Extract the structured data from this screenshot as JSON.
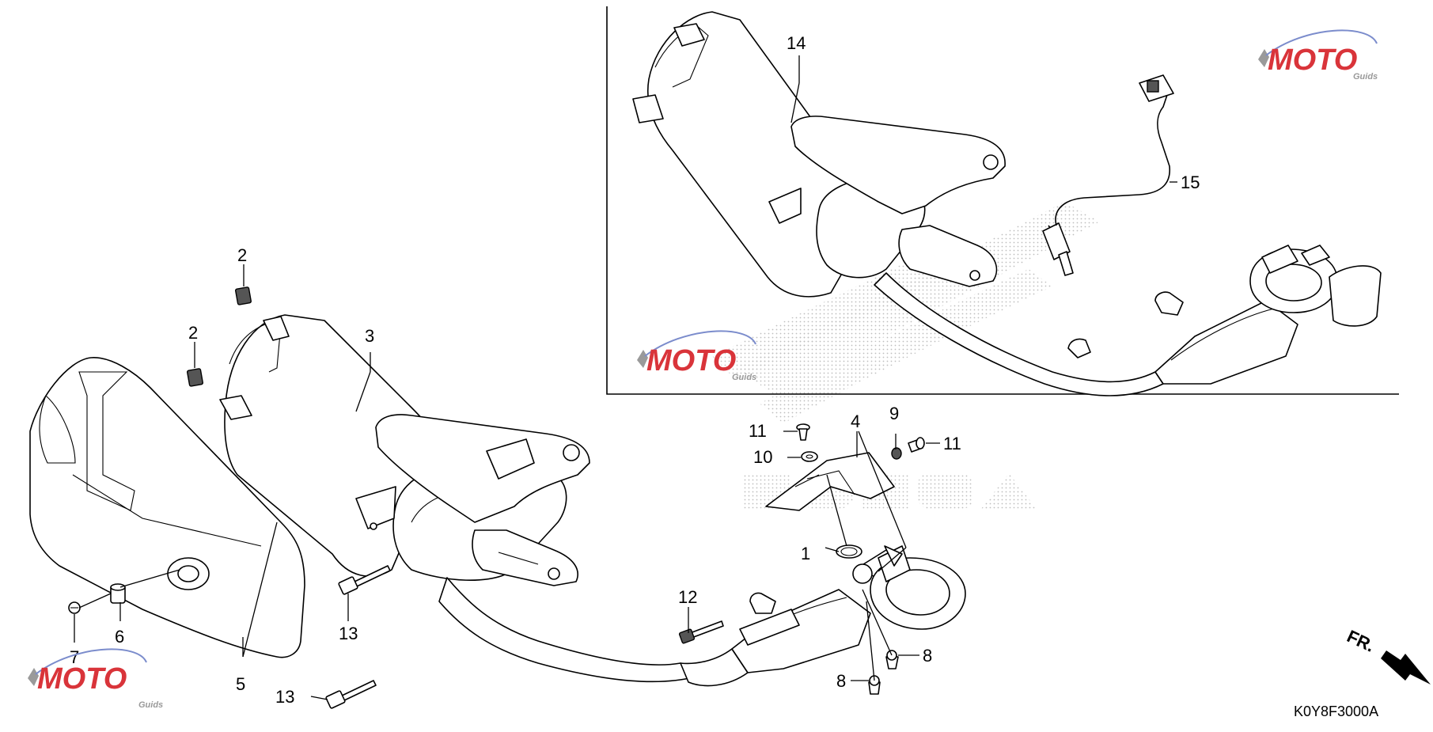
{
  "diagram_code": "K0Y8F3000A",
  "front_indicator": "FR.",
  "watermark": {
    "text": "MOTO",
    "subtext": "Guids"
  },
  "part_labels": {
    "p1": "1",
    "p2a": "2",
    "p2b": "2",
    "p3": "3",
    "p4": "4",
    "p5": "5",
    "p6": "6",
    "p7": "7",
    "p8a": "8",
    "p8b": "8",
    "p9": "9",
    "p10": "10",
    "p11a": "11",
    "p11b": "11",
    "p12": "12",
    "p13a": "13",
    "p13b": "13",
    "p14": "14",
    "p15": "15"
  },
  "colors": {
    "watermark_red": "#d9343a",
    "watermark_gray": "#9a9a9a",
    "watermark_blue": "#7b8ccc"
  }
}
